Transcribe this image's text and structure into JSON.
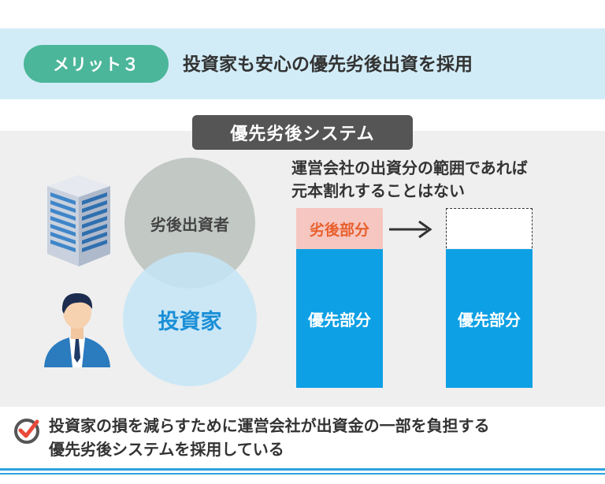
{
  "header": {
    "badge_label": "メリット３",
    "headline": "投資家も安心の優先劣後出資を採用"
  },
  "system": {
    "title": "優先劣後システム"
  },
  "circles": {
    "subordinate_investor": "劣後出資者",
    "investor": "投資家"
  },
  "note": {
    "line1": "運営会社の出資分の範囲であれば",
    "line2": "元本割れすることはない"
  },
  "bars": {
    "before": {
      "subordinate_label": "劣後部分",
      "senior_label": "優先部分"
    },
    "after": {
      "senior_label": "優先部分"
    }
  },
  "footer": {
    "line1": "投資家の損を減らすために運営会社が出資金の一部を負担する",
    "line2": "優先劣後システムを採用している"
  },
  "colors": {
    "accent_green": "#4cb69a",
    "header_band": "#d2ecf7",
    "senior_blue": "#0ea0e4",
    "subordinate_pink": "#f6c6c1",
    "subordinate_text": "#e8602c",
    "investor_text": "#1a8fd6",
    "check_red": "#e84a3a"
  },
  "icons": {
    "building": "building-icon",
    "person": "businessman-icon",
    "arrow": "arrow-right-icon",
    "check": "check-circle-icon"
  }
}
